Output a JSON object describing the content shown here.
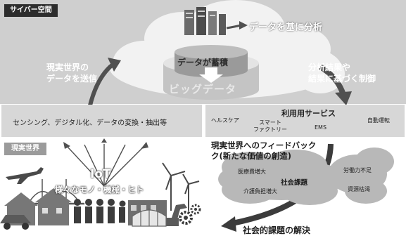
{
  "cyber_label": "サイバー空間",
  "real_label": "現実世界",
  "cloud": {
    "analysis": "データを基に分析",
    "accumulation": "データが蓄積",
    "big_data": "ビッグデータ"
  },
  "send_data": [
    "現実世界の",
    "データを送信"
  ],
  "control": [
    "分析結果や",
    "結果に基づく制御"
  ],
  "sensing": "センシング、デジタル化、データの変換・抽出等",
  "services": {
    "title": "利用用サービス",
    "healthcare": "ヘルスケア",
    "smart_factory": [
      "スマート",
      "ファクトリー"
    ],
    "ems": "EMS",
    "auto_driving": "自動運転"
  },
  "feedback": [
    "現実世界へのフィードバック",
    "ク(新たな価値の創造)"
  ],
  "iot": {
    "title": "IoT",
    "subtitle": "様々なモノ・機械・ヒト"
  },
  "social_issues": {
    "title": "社会課題",
    "medical": "医療費増大",
    "labor": "労働力不足",
    "care": "介護負担増大",
    "resources": "資源枯渇"
  },
  "solution": "社会的課題の解決",
  "colors": {
    "cyber_bg": "#cfcfcf",
    "dark": "#2d2d2d",
    "cloud": "#f2f2f2",
    "arrow": "#505050",
    "issue_cloud": "#b5b5b5"
  }
}
